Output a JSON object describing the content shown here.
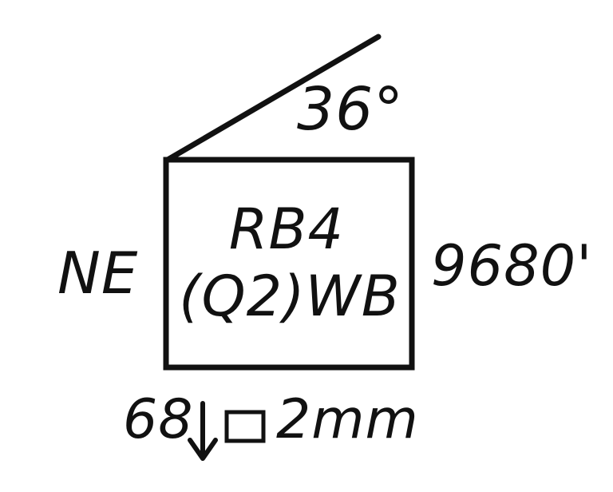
{
  "sketch": {
    "angle": "36°",
    "box_line1": "RB4",
    "box_line2": "(Q2)WB",
    "left_label": "NE",
    "right_label": "9680'",
    "bottom_number": "68",
    "bottom_unit": "2mm"
  },
  "icons": {
    "down_arrow": "down-arrow-icon",
    "square": "square-icon"
  },
  "colors": {
    "ink": "#111111",
    "background": "#ffffff"
  }
}
